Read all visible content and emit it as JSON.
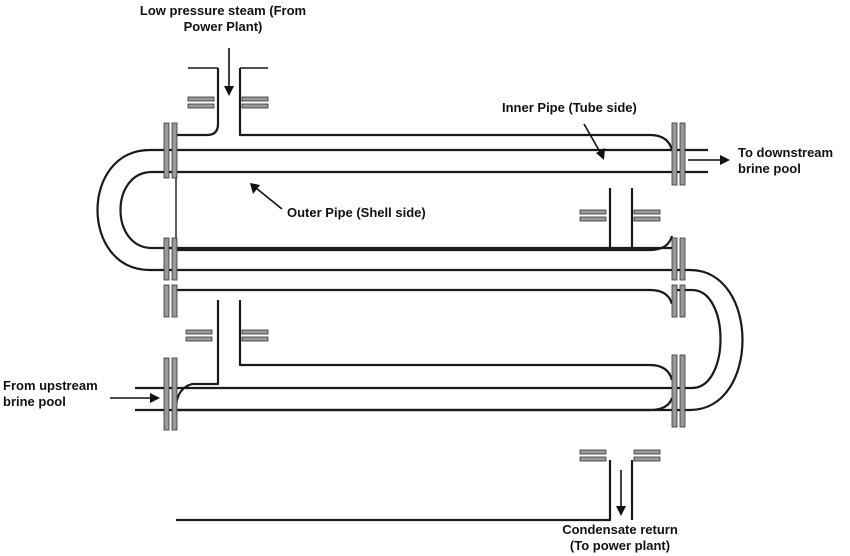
{
  "labels": {
    "steam_in_line1": "Low pressure steam (From",
    "steam_in_line2": "Power Plant)",
    "inner_pipe": "Inner Pipe (Tube side)",
    "outer_pipe": "Outer Pipe (Shell side)",
    "downstream_line1": "To downstream",
    "downstream_line2": "brine pool",
    "upstream_line1": "From upstream",
    "upstream_line2": "brine pool",
    "condensate_line1": "Condensate return",
    "condensate_line2": "(To power plant)"
  },
  "colors": {
    "line": "#1a1a1a",
    "flange": "#9a9a9a"
  }
}
